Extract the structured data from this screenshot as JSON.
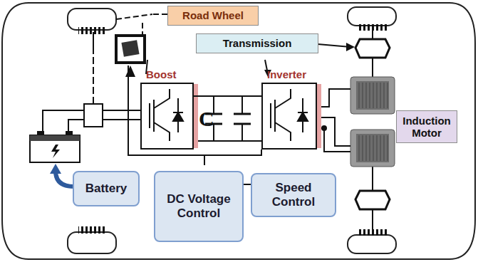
{
  "diagram": {
    "nodes": [
      {
        "text": [
          "Road Wheel"
        ]
      },
      {
        "text": [
          "Transmission"
        ]
      },
      {
        "text": [
          "Boost"
        ]
      },
      {
        "text": [
          "Inverter"
        ]
      },
      {
        "text": [
          "Induction Motor"
        ]
      },
      {
        "text": [
          "Battery"
        ]
      },
      {
        "text": [
          "DC Voltage Control"
        ]
      },
      {
        "text": [
          "Speed Control"
        ]
      }
    ],
    "edges": [
      {
        "from": 2,
        "to": 3,
        "arrow": "none"
      },
      {
        "from": 6,
        "to": 7,
        "arrow": "none"
      }
    ],
    "labels": [
      "C"
    ]
  }
}
